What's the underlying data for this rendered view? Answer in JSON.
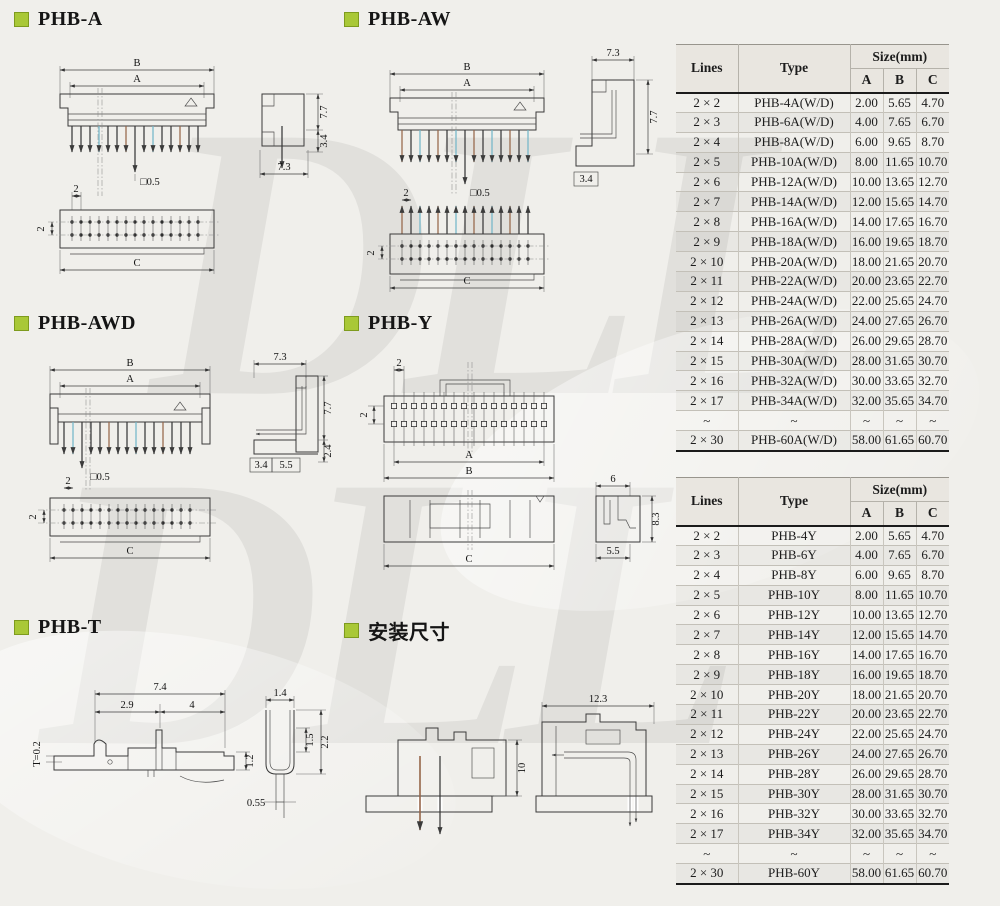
{
  "watermarks": [
    "DLL",
    "DLL"
  ],
  "drawings": {
    "phb_a": {
      "title": "PHB-A",
      "b": "B",
      "a": "A",
      "sq": "□0.5",
      "h77": "7.7",
      "h34": "3.4",
      "w73": "7.3",
      "p2h": "2",
      "p2v": "2",
      "c": "C"
    },
    "phb_aw": {
      "title": "PHB-AW",
      "b": "B",
      "a": "A",
      "sq": "□0.5",
      "w73": "7.3",
      "h77": "7.7",
      "h34": "3.4",
      "p2h": "2",
      "p2v": "2",
      "c": "C"
    },
    "phb_awd": {
      "title": "PHB-AWD",
      "b": "B",
      "a": "A",
      "sq": "□0.5",
      "w73": "7.3",
      "h77": "7.7",
      "d34": "3.4",
      "d55": "5.5",
      "d24": "2.4",
      "p2h": "2",
      "p2v": "2",
      "c": "C"
    },
    "phb_y": {
      "title": "PHB-Y",
      "p2h": "2",
      "p2v": "2",
      "a": "A",
      "b": "B",
      "c": "C",
      "w6": "6",
      "h83": "8.3",
      "d55": "5.5"
    },
    "phb_t": {
      "title": "PHB-T",
      "l74": "7.4",
      "l29": "2.9",
      "l4": "4",
      "t": "T=0.2",
      "h12": "1.2",
      "w14": "1.4",
      "h15": "1.5",
      "h22": "2.2",
      "d055": "0.55"
    },
    "install": {
      "title": "安装尺寸",
      "h10": "10",
      "w123": "12.3"
    }
  },
  "tables": [
    {
      "name": "phb-a-series",
      "headers": {
        "lines": "Lines",
        "type": "Type",
        "size": "Size(mm)",
        "a": "A",
        "b": "B",
        "c": "C"
      },
      "rows": [
        [
          "2 × 2",
          "PHB-4A(W/D)",
          "2.00",
          "5.65",
          "4.70"
        ],
        [
          "2 × 3",
          "PHB-6A(W/D)",
          "4.00",
          "7.65",
          "6.70"
        ],
        [
          "2 × 4",
          "PHB-8A(W/D)",
          "6.00",
          "9.65",
          "8.70"
        ],
        [
          "2 × 5",
          "PHB-10A(W/D)",
          "8.00",
          "11.65",
          "10.70"
        ],
        [
          "2 × 6",
          "PHB-12A(W/D)",
          "10.00",
          "13.65",
          "12.70"
        ],
        [
          "2 × 7",
          "PHB-14A(W/D)",
          "12.00",
          "15.65",
          "14.70"
        ],
        [
          "2 × 8",
          "PHB-16A(W/D)",
          "14.00",
          "17.65",
          "16.70"
        ],
        [
          "2 × 9",
          "PHB-18A(W/D)",
          "16.00",
          "19.65",
          "18.70"
        ],
        [
          "2 × 10",
          "PHB-20A(W/D)",
          "18.00",
          "21.65",
          "20.70"
        ],
        [
          "2 × 11",
          "PHB-22A(W/D)",
          "20.00",
          "23.65",
          "22.70"
        ],
        [
          "2 × 12",
          "PHB-24A(W/D)",
          "22.00",
          "25.65",
          "24.70"
        ],
        [
          "2 × 13",
          "PHB-26A(W/D)",
          "24.00",
          "27.65",
          "26.70"
        ],
        [
          "2 × 14",
          "PHB-28A(W/D)",
          "26.00",
          "29.65",
          "28.70"
        ],
        [
          "2 × 15",
          "PHB-30A(W/D)",
          "28.00",
          "31.65",
          "30.70"
        ],
        [
          "2 × 16",
          "PHB-32A(W/D)",
          "30.00",
          "33.65",
          "32.70"
        ],
        [
          "2 × 17",
          "PHB-34A(W/D)",
          "32.00",
          "35.65",
          "34.70"
        ],
        [
          "~",
          "~",
          "~",
          "~",
          "~"
        ],
        [
          "2 × 30",
          "PHB-60A(W/D)",
          "58.00",
          "61.65",
          "60.70"
        ]
      ]
    },
    {
      "name": "phb-y-series",
      "headers": {
        "lines": "Lines",
        "type": "Type",
        "size": "Size(mm)",
        "a": "A",
        "b": "B",
        "c": "C"
      },
      "rows": [
        [
          "2 × 2",
          "PHB-4Y",
          "2.00",
          "5.65",
          "4.70"
        ],
        [
          "2 × 3",
          "PHB-6Y",
          "4.00",
          "7.65",
          "6.70"
        ],
        [
          "2 × 4",
          "PHB-8Y",
          "6.00",
          "9.65",
          "8.70"
        ],
        [
          "2 × 5",
          "PHB-10Y",
          "8.00",
          "11.65",
          "10.70"
        ],
        [
          "2 × 6",
          "PHB-12Y",
          "10.00",
          "13.65",
          "12.70"
        ],
        [
          "2 × 7",
          "PHB-14Y",
          "12.00",
          "15.65",
          "14.70"
        ],
        [
          "2 × 8",
          "PHB-16Y",
          "14.00",
          "17.65",
          "16.70"
        ],
        [
          "2 × 9",
          "PHB-18Y",
          "16.00",
          "19.65",
          "18.70"
        ],
        [
          "2 × 10",
          "PHB-20Y",
          "18.00",
          "21.65",
          "20.70"
        ],
        [
          "2 × 11",
          "PHB-22Y",
          "20.00",
          "23.65",
          "22.70"
        ],
        [
          "2 × 12",
          "PHB-24Y",
          "22.00",
          "25.65",
          "24.70"
        ],
        [
          "2 × 13",
          "PHB-26Y",
          "24.00",
          "27.65",
          "26.70"
        ],
        [
          "2 × 14",
          "PHB-28Y",
          "26.00",
          "29.65",
          "28.70"
        ],
        [
          "2 × 15",
          "PHB-30Y",
          "28.00",
          "31.65",
          "30.70"
        ],
        [
          "2 × 16",
          "PHB-32Y",
          "30.00",
          "33.65",
          "32.70"
        ],
        [
          "2 × 17",
          "PHB-34Y",
          "32.00",
          "35.65",
          "34.70"
        ],
        [
          "~",
          "~",
          "~",
          "~",
          "~"
        ],
        [
          "2 × 30",
          "PHB-60Y",
          "58.00",
          "61.65",
          "60.70"
        ]
      ]
    }
  ]
}
